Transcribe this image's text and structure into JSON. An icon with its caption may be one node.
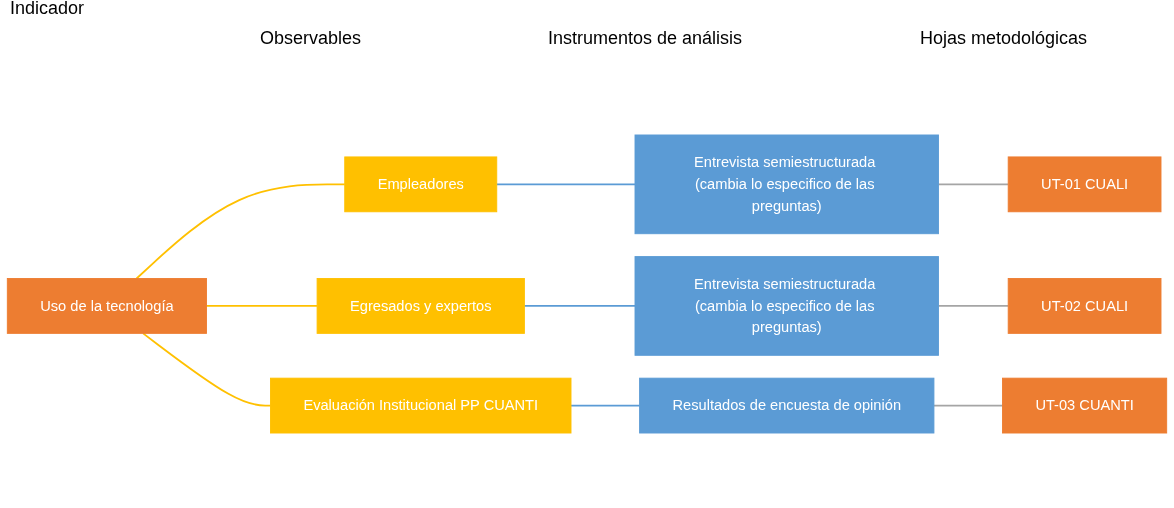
{
  "diagram": {
    "nodes": [
      {
        "text": [
          "Uso de la tecnología"
        ]
      },
      {
        "text": [
          "Empleadores"
        ]
      },
      {
        "text": [
          "Egresados y expertos"
        ]
      },
      {
        "text": [
          "Evaluación Institucional PP CUANTI"
        ]
      },
      {
        "text": [
          "Entrevista semiestructurada (cambia lo especifico de las preguntas)"
        ]
      },
      {
        "text": [
          "Entrevista semiestructurada (cambia lo especifico de las preguntas)"
        ]
      },
      {
        "text": [
          "Resultados de encuesta de opinión"
        ]
      },
      {
        "text": [
          "UT-01 CUALI"
        ]
      },
      {
        "text": [
          "UT-02 CUALI"
        ]
      },
      {
        "text": [
          "UT-03 CUANTI"
        ]
      }
    ],
    "edges": [
      {
        "from": 0,
        "to": 1,
        "arrow": "none",
        "color": "#ffc000"
      },
      {
        "from": 0,
        "to": 2,
        "arrow": "none",
        "color": "#ffc000"
      },
      {
        "from": 0,
        "to": 3,
        "arrow": "none",
        "color": "#ffc000"
      },
      {
        "from": 1,
        "to": 4,
        "arrow": "none",
        "color": "#5b9bd5"
      },
      {
        "from": 2,
        "to": 5,
        "arrow": "none",
        "color": "#5b9bd5"
      },
      {
        "from": 3,
        "to": 6,
        "arrow": "none",
        "color": "#5b9bd5"
      },
      {
        "from": 4,
        "to": 7,
        "arrow": "none",
        "color": "#a5a5a5"
      },
      {
        "from": 5,
        "to": 8,
        "arrow": "none",
        "color": "#a5a5a5"
      },
      {
        "from": 6,
        "to": 9,
        "arrow": "none",
        "color": "#a5a5a5"
      }
    ],
    "labels": [
      "Indicador",
      "Observables",
      "Instrumentos de análisis",
      "Hojas metodológicas"
    ]
  }
}
